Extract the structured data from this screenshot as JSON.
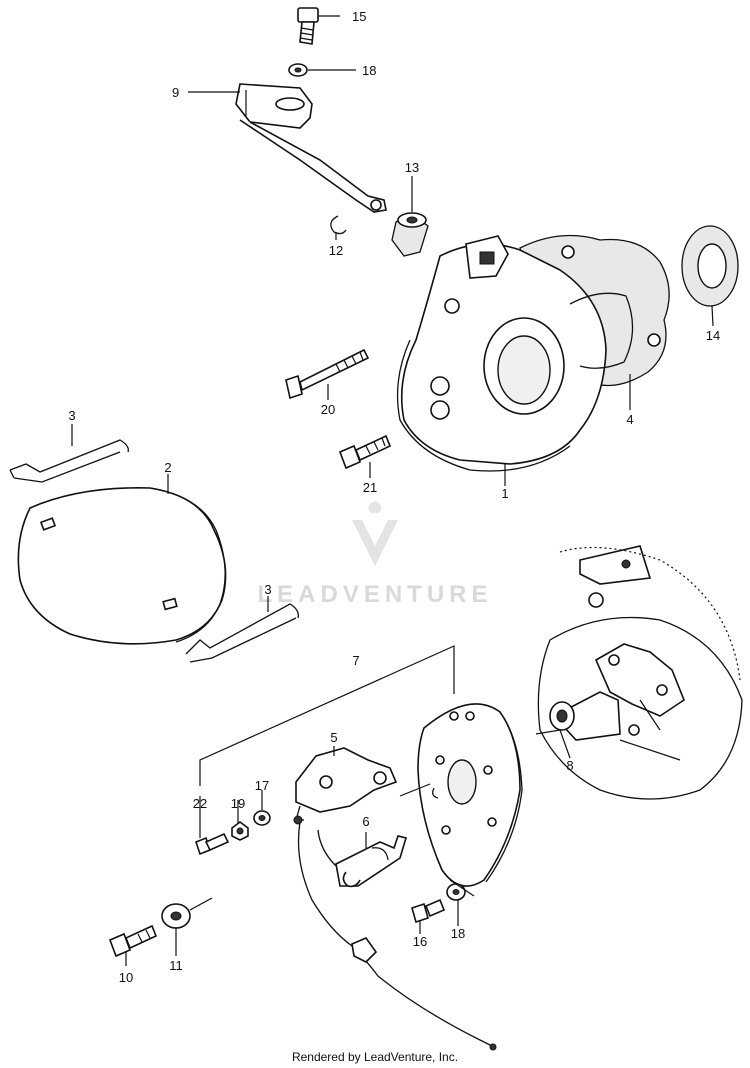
{
  "labels": {
    "l1": "1",
    "l2": "2",
    "l3a": "3",
    "l3b": "3",
    "l4": "4",
    "l5": "5",
    "l6": "6",
    "l7": "7",
    "l8": "8",
    "l9": "9",
    "l10": "10",
    "l11": "11",
    "l12": "12",
    "l13": "13",
    "l14": "14",
    "l15": "15",
    "l16": "16",
    "l17": "17",
    "l18a": "18",
    "l18b": "18",
    "l19": "19",
    "l20": "20",
    "l21": "21",
    "l22": "22"
  },
  "watermark": "LEADVENTURE",
  "footer": "Rendered by LeadVenture, Inc."
}
